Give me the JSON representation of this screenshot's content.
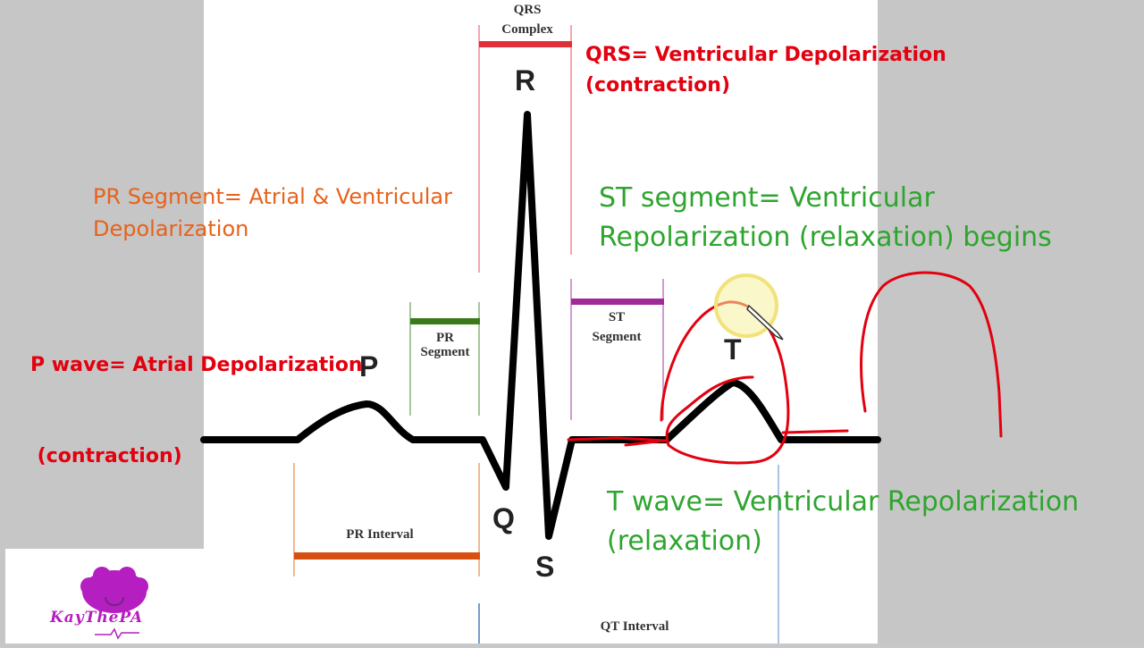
{
  "colors": {
    "background_gray": "#c6c6c6",
    "diagram_white": "#ffffff",
    "ecg_trace": "#000000",
    "annotation_red": "#e3000f",
    "annotation_orange": "#e8621a",
    "annotation_green": "#2ea52e",
    "pr_segment_bar": "#3a7a1a",
    "st_segment_bar": "#a02a9a",
    "qrs_bar": "#e0303a",
    "pr_interval_bar": "#d85010",
    "qt_interval_line": "#4a7ab5",
    "logo_purple": "#b51ec0"
  },
  "diagram": {
    "qrs_complex_label": [
      "QRS",
      "Complex"
    ],
    "pr_segment_label": [
      "PR",
      "Segment"
    ],
    "st_segment_label": [
      "ST",
      "Segment"
    ],
    "pr_interval_label": "PR Interval",
    "qt_interval_label": "QT Interval",
    "wave_labels": {
      "p": "P",
      "q": "Q",
      "r": "R",
      "s": "S",
      "t": "T"
    }
  },
  "annotations": {
    "qrs": [
      "QRS= Ventricular Depolarization",
      "(contraction)"
    ],
    "pr_segment": [
      "PR Segment= Atrial & Ventricular",
      "Depolarization"
    ],
    "p_wave": [
      "P wave= Atrial Depolarization",
      " (contraction)"
    ],
    "st_segment": [
      "ST segment= Ventricular",
      "Repolarization (relaxation) begins"
    ],
    "t_wave": [
      "T wave= Ventricular Repolarization",
      "(relaxation)"
    ]
  },
  "logo": {
    "text": "KayThePA",
    "icon": "afro-hair-stethoscope-icon"
  },
  "cursor": {
    "icon": "pen-cursor-icon",
    "highlight": "yellow-cursor-halo"
  }
}
